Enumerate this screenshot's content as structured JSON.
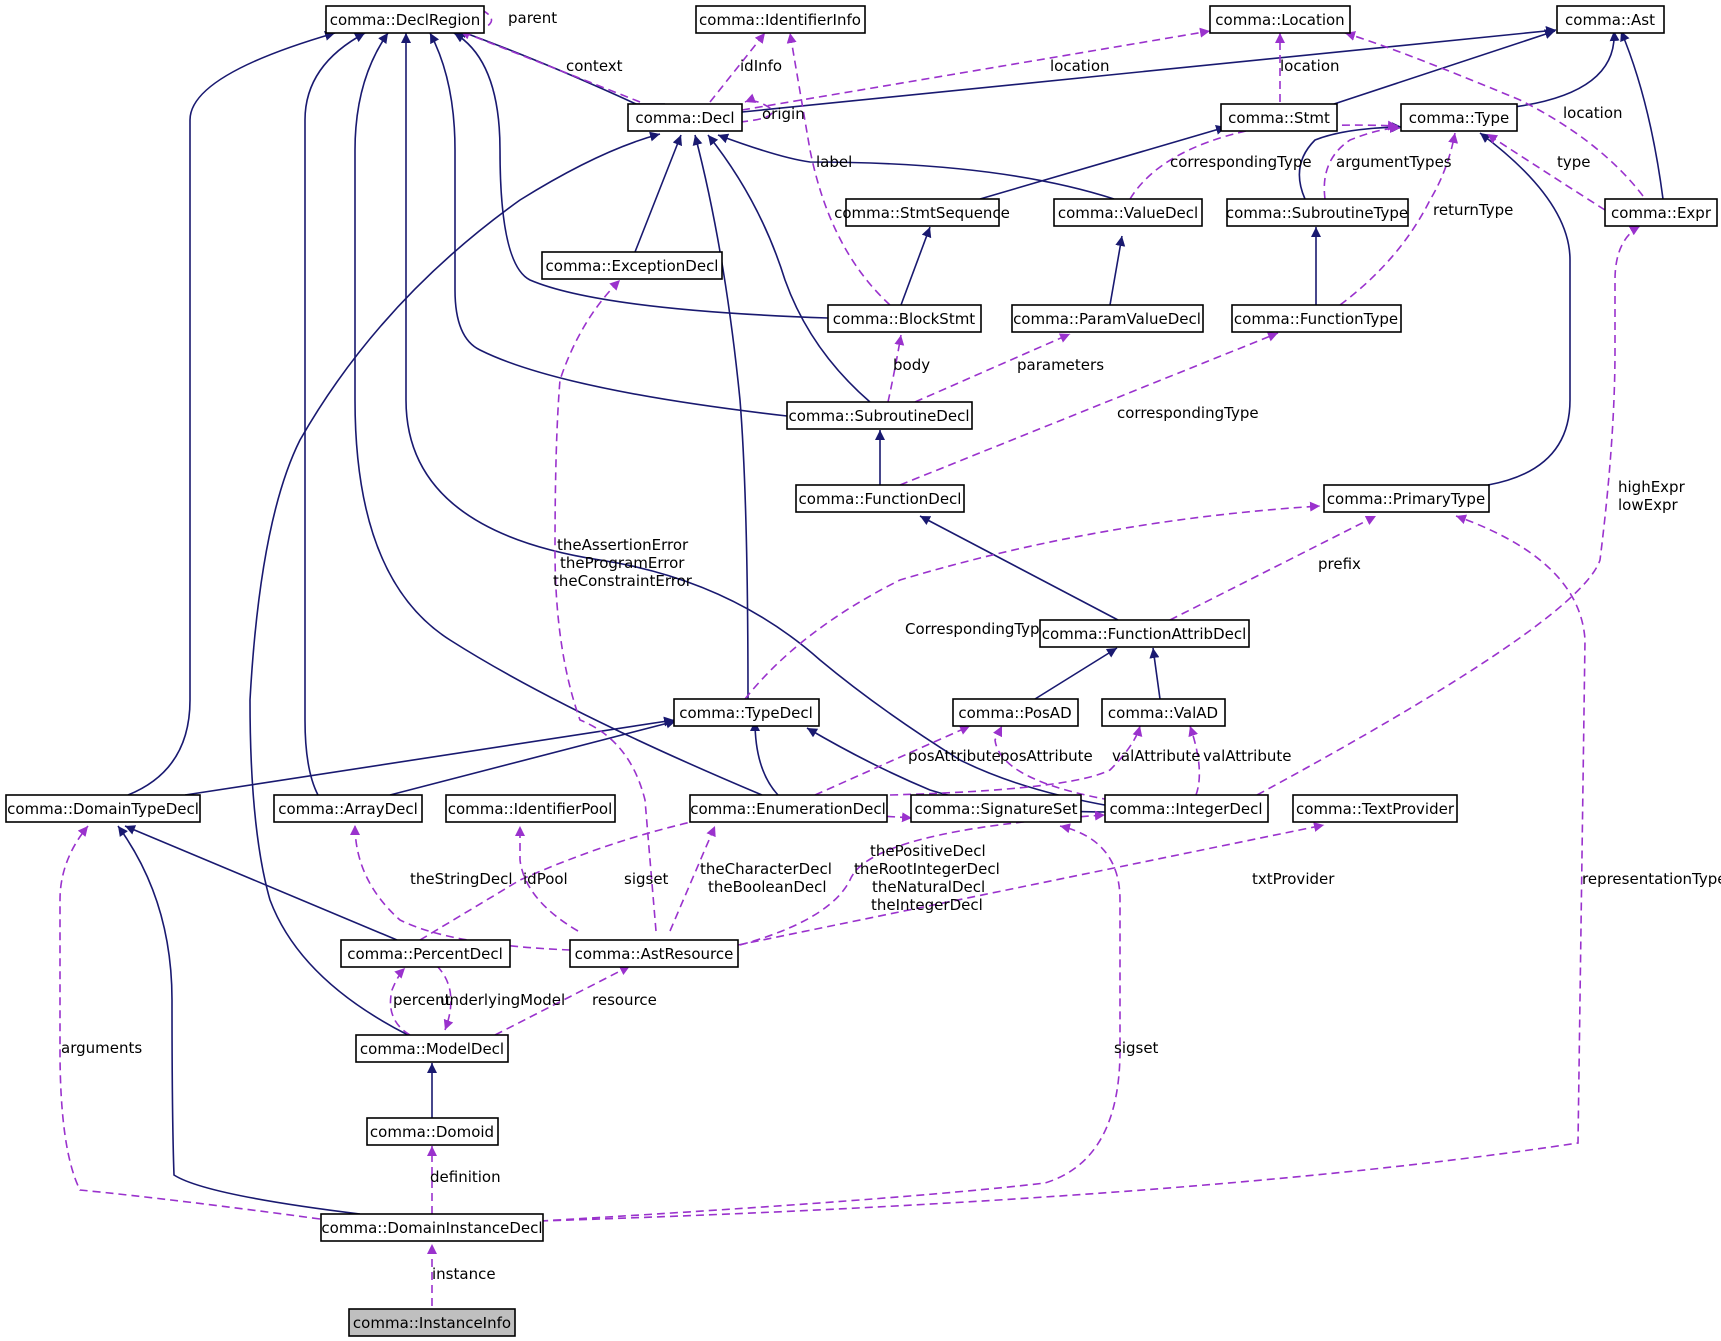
{
  "colors": {
    "inheritance": "#191970",
    "usage": "#9a32cd",
    "node_border": "#000000",
    "focus_fill": "#bfbfbf"
  },
  "nodes": {
    "DeclRegion": "comma::DeclRegion",
    "IdentifierInfo": "comma::IdentifierInfo",
    "Location": "comma::Location",
    "Ast": "comma::Ast",
    "Decl": "comma::Decl",
    "Stmt": "comma::Stmt",
    "Type": "comma::Type",
    "StmtSequence": "comma::StmtSequence",
    "ValueDecl": "comma::ValueDecl",
    "SubroutineType": "comma::SubroutineType",
    "Expr": "comma::Expr",
    "ExceptionDecl": "comma::ExceptionDecl",
    "BlockStmt": "comma::BlockStmt",
    "ParamValueDecl": "comma::ParamValueDecl",
    "FunctionType": "comma::FunctionType",
    "SubroutineDecl": "comma::SubroutineDecl",
    "FunctionDecl": "comma::FunctionDecl",
    "PrimaryType": "comma::PrimaryType",
    "FunctionAttribDecl": "comma::FunctionAttribDecl",
    "TypeDecl": "comma::TypeDecl",
    "PosAD": "comma::PosAD",
    "ValAD": "comma::ValAD",
    "DomainTypeDecl": "comma::DomainTypeDecl",
    "ArrayDecl": "comma::ArrayDecl",
    "IdentifierPool": "comma::IdentifierPool",
    "EnumerationDecl": "comma::EnumerationDecl",
    "SignatureSet": "comma::SignatureSet",
    "IntegerDecl": "comma::IntegerDecl",
    "TextProvider": "comma::TextProvider",
    "PercentDecl": "comma::PercentDecl",
    "AstResource": "comma::AstResource",
    "ModelDecl": "comma::ModelDecl",
    "Domoid": "comma::Domoid",
    "DomainInstanceDecl": "comma::DomainInstanceDecl",
    "InstanceInfo": "comma::InstanceInfo"
  },
  "edge_labels": {
    "parent": "parent",
    "context": "context",
    "idInfo": "idInfo",
    "location_decl": "location",
    "location_stmt": "location",
    "location_expr": "location",
    "origin": "origin",
    "label": "label",
    "correspondingType_valuedecl": "correspondingType",
    "argumentTypes": "argumentTypes",
    "type": "type",
    "returnType": "returnType",
    "body": "body",
    "parameters": "parameters",
    "correspondingType_function": "correspondingType",
    "highLowExpr": [
      "highExpr",
      "lowExpr"
    ],
    "errors": [
      "theAssertionError",
      "theProgramError",
      "theConstraintError"
    ],
    "prefix": "prefix",
    "CorrespondingType": "CorrespondingType",
    "posAttribute_enum": "posAttribute",
    "posAttribute_int": "posAttribute",
    "valAttribute_enum": "valAttribute",
    "valAttribute_int": "valAttribute",
    "theStringDecl": "theStringDecl",
    "idPool": "idPool",
    "sigset_percent": "sigset",
    "enumDecls": [
      "theCharacterDecl",
      "theBooleanDecl"
    ],
    "intDecls": [
      "thePositiveDecl",
      "theRootIntegerDecl",
      "theNaturalDecl",
      "theIntegerDecl"
    ],
    "txtProvider": "txtProvider",
    "representationType": "representationType",
    "percent": "percent",
    "underlyingModel": "underlyingModel",
    "resource": "resource",
    "arguments": "arguments",
    "sigset_instance": "sigset",
    "definition": "definition",
    "instance": "instance"
  }
}
